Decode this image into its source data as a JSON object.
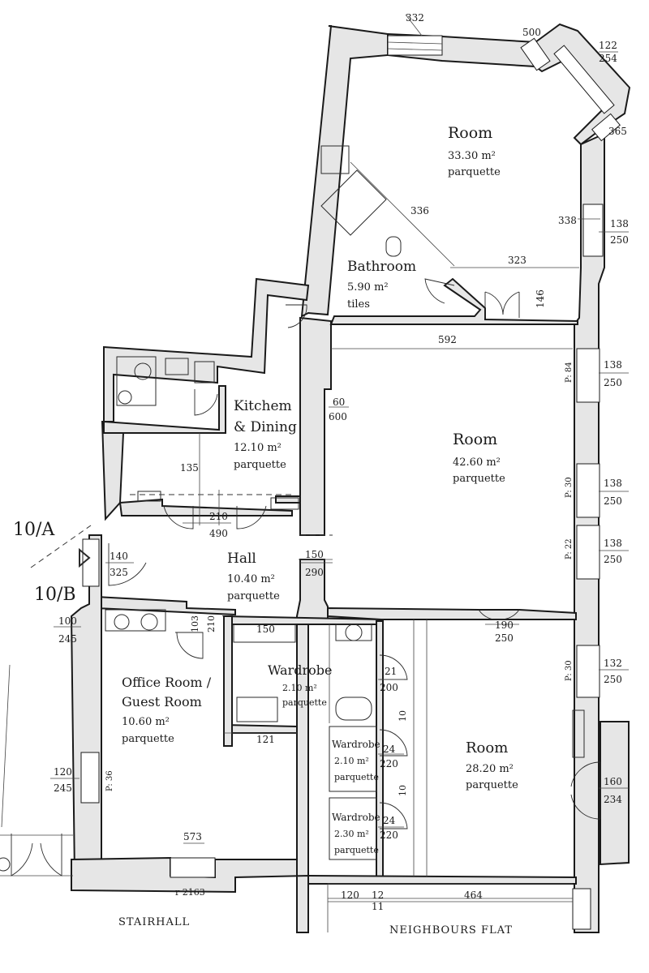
{
  "rooms": [
    {
      "name": "Room",
      "area": "33.30 m²",
      "floor": "parquette"
    },
    {
      "name": "Bathroom",
      "area": "5.90 m²",
      "floor": "tiles"
    },
    {
      "name": "Kitchem",
      "name2": "& Dining",
      "area": "12.10 m²",
      "floor": "parquette"
    },
    {
      "name": "Room",
      "area": "42.60 m²",
      "floor": "parquette"
    },
    {
      "name": "Hall",
      "area": "10.40 m²",
      "floor": "parquette"
    },
    {
      "name": "Office Room /",
      "name2": "Guest Room",
      "area": "10.60 m²",
      "floor": "parquette"
    },
    {
      "name": "Wardrobe",
      "area": "2.10 m²",
      "floor": "parquette"
    },
    {
      "name": "Wardrobe",
      "area": "2.10 m²",
      "floor": "parquette"
    },
    {
      "name": "Wardrobe",
      "area": "2.30 m²",
      "floor": "parquette"
    },
    {
      "name": "Room",
      "area": "28.20 m²",
      "floor": "parquette"
    }
  ],
  "markers": {
    "a": "10/A",
    "b": "10/B"
  },
  "labels": {
    "stairhall": "STAIRHALL",
    "neighbours": "NEIGHBOURS FLAT"
  },
  "dims": {
    "d332": "332",
    "d500": "500",
    "d122": "122",
    "d254": "254",
    "d365": "365",
    "d336": "336",
    "d338": "338",
    "d138a": "138",
    "d250a": "250",
    "d323": "323",
    "d146": "146",
    "d592": "592",
    "p84": "P: 84",
    "d138b": "138",
    "d250b": "250",
    "d60": "60",
    "d600": "600",
    "p30a": "P: 30",
    "d138c": "138",
    "d250c": "250",
    "p22": "P: 22",
    "d138d": "138",
    "d250d": "250",
    "d135": "135",
    "d210a": "210",
    "d490": "490",
    "d140": "140",
    "d325": "325",
    "d150a": "150",
    "d290": "290",
    "d100": "100",
    "d245a": "245",
    "d103": "103",
    "d210b": "210",
    "d150b": "150",
    "d190": "190",
    "d250e": "250",
    "p30b": "P: 30",
    "d132": "132",
    "d250f": "250",
    "d21": "21",
    "d200": "200",
    "d121": "121",
    "d10a": "10",
    "d10b": "10",
    "d24a": "24",
    "d220a": "220",
    "d24b": "24",
    "d220b": "220",
    "p36": "P: 36",
    "d120a": "120",
    "d245b": "245",
    "d160": "160",
    "d234": "234",
    "d573": "573",
    "r2163": "r 2163",
    "d120b": "120",
    "d12": "12",
    "d11": "11",
    "d464": "464"
  }
}
